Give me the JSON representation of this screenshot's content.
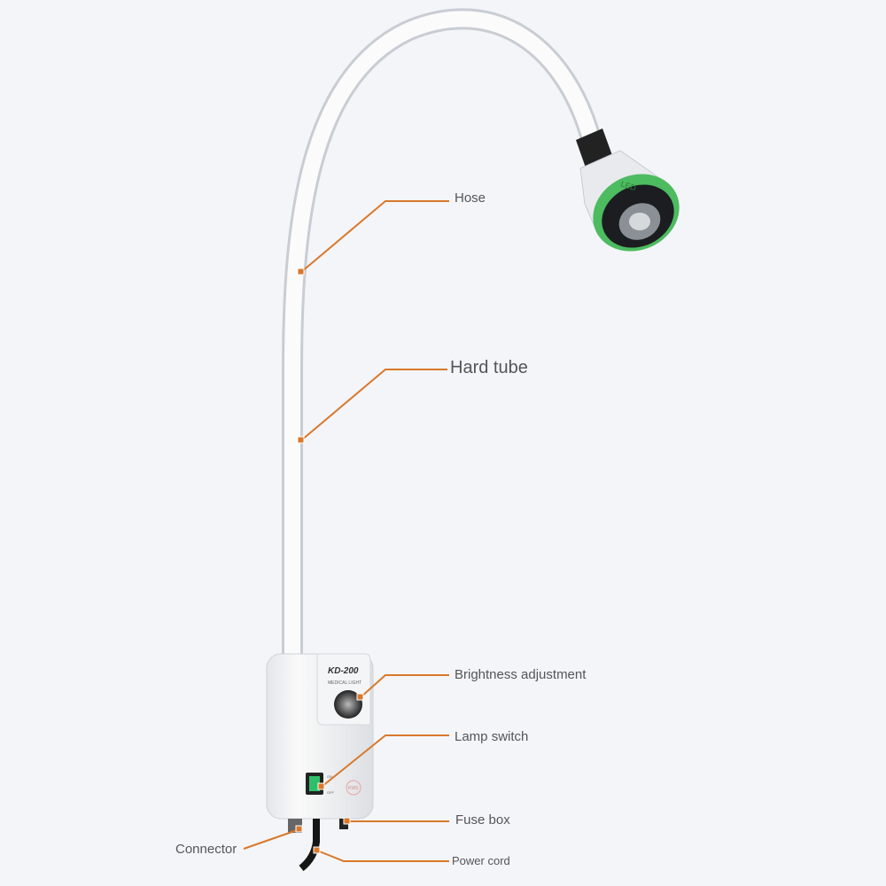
{
  "product": {
    "model": "KD-200",
    "subtitle": "MEDICAL LIGHT",
    "head_text": "LED",
    "switch_on": "ON",
    "switch_off": "OFF",
    "logo": "KWS"
  },
  "callouts": {
    "hose": "Hose",
    "hard_tube": "Hard tube",
    "brightness": "Brightness adjustment",
    "lamp_switch": "Lamp switch",
    "fuse_box": "Fuse box",
    "connector": "Connector",
    "power_cord": "Power cord"
  },
  "colors": {
    "callout": "#d9782b",
    "ring": "#4dbb5f",
    "background": "#f3f5f9"
  }
}
